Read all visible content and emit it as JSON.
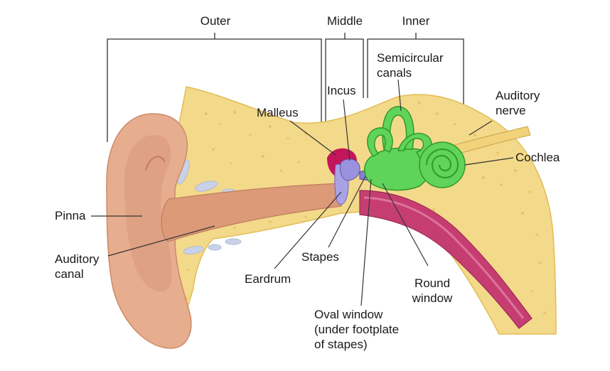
{
  "colors": {
    "bone": "#f3d98a",
    "bone_edge": "#e2bd56",
    "skin": "#e7ad8f",
    "skin_dark": "#cc8a68",
    "canal": "#dc9a78",
    "inner_ear": "#5fd35a",
    "inner_ear_dark": "#2f9a2c",
    "ossicle": "#9b92dd",
    "malleus": "#c4145a",
    "tube": "#c63e71",
    "nerve": "#f2d27a",
    "cavity": "#c9d2e6",
    "line": "#333333"
  },
  "sections": {
    "outer": "Outer",
    "middle": "Middle",
    "inner": "Inner"
  },
  "labels": {
    "semicircular": [
      "Semicircular",
      "canals"
    ],
    "auditory_nerve": [
      "Auditory",
      "nerve"
    ],
    "malleus": "Malleus",
    "incus": "Incus",
    "cochlea": "Cochlea",
    "pinna": "Pinna",
    "auditory_canal": [
      "Auditory",
      "canal"
    ],
    "stapes": "Stapes",
    "eardrum": "Eardrum",
    "round_window": [
      "Round",
      "window"
    ],
    "oval_window": [
      "Oval window",
      "(under footplate",
      "of stapes)"
    ]
  }
}
